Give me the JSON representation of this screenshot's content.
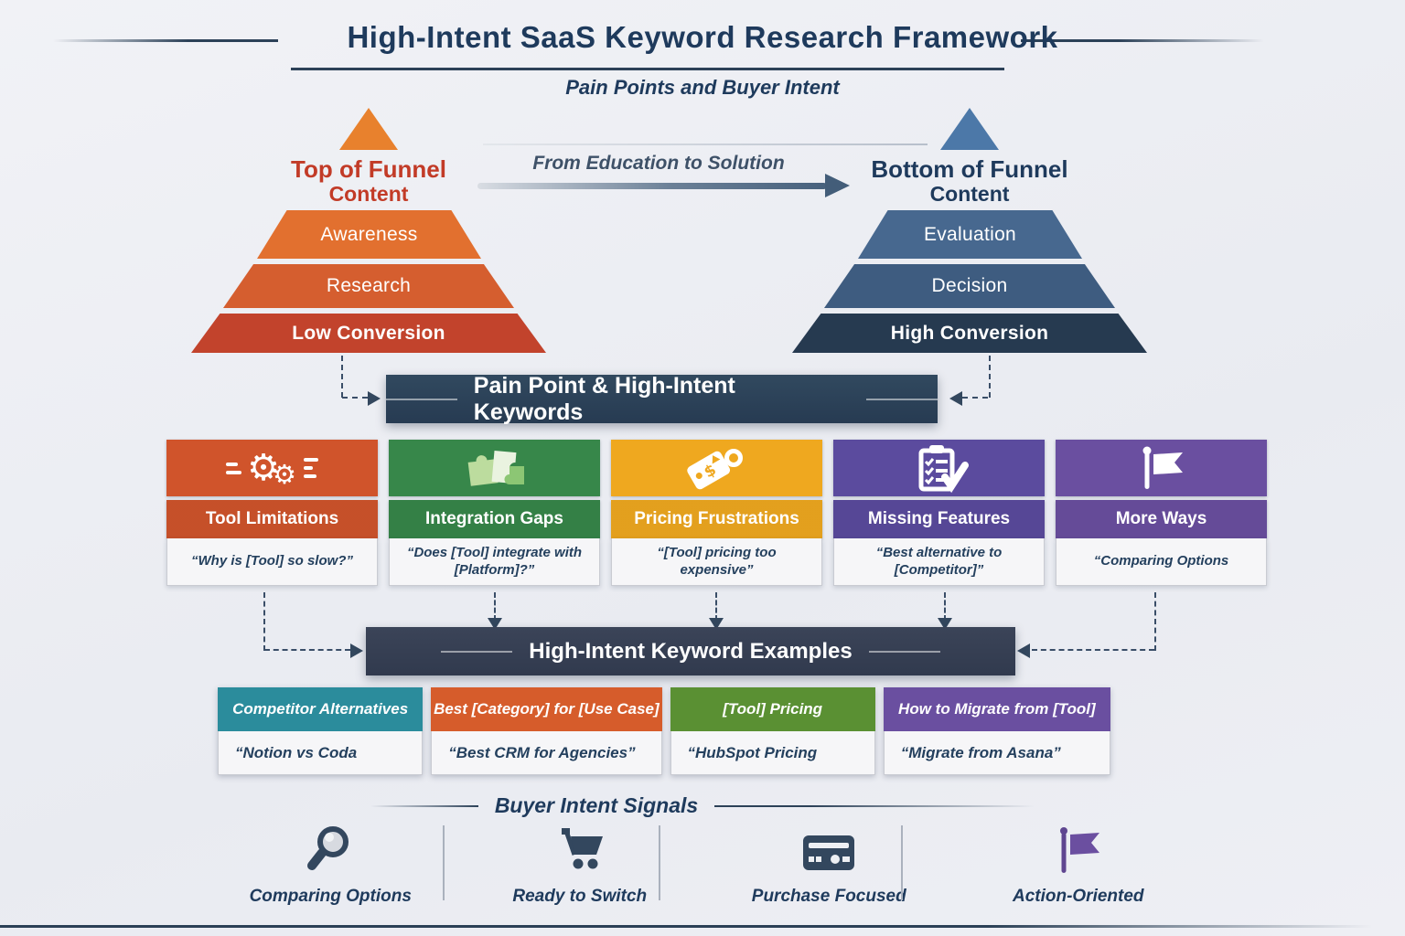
{
  "header": {
    "title": "High-Intent SaaS Keyword Research Framework",
    "subtitle": "Pain Points and Buyer Intent"
  },
  "funnels": {
    "arrow_label": "From Education to Solution",
    "left": {
      "label_line1": "Top of Funnel",
      "label_line2": "Content",
      "label_color": "#C23B27",
      "apex_color": "#E8812D",
      "levels": [
        {
          "label": "Awareness",
          "color": "#E2702F"
        },
        {
          "label": "Research",
          "color": "#D55E2F"
        },
        {
          "label": "Low Conversion",
          "color": "#C2432C"
        }
      ]
    },
    "right": {
      "label_line1": "Bottom of Funnel",
      "label_line2": "Content",
      "label_color": "#1E3A5C",
      "apex_color": "#4C78A8",
      "levels": [
        {
          "label": "Evaluation",
          "color": "#47688F"
        },
        {
          "label": "Decision",
          "color": "#3E5C80"
        },
        {
          "label": "High Conversion",
          "color": "#263A50"
        }
      ]
    }
  },
  "banners": {
    "pain": "Pain Point & High-Intent Keywords",
    "examples": "High-Intent Keyword Examples"
  },
  "pain_cards": [
    {
      "title": "Tool Limitations",
      "quote": "“Why is [Tool] so slow?”",
      "color": "#D0542B",
      "icon": "gears-icon"
    },
    {
      "title": "Integration Gaps",
      "quote": "“Does [Tool] integrate with [Platform]?”",
      "color": "#37874A",
      "icon": "puzzle-icon"
    },
    {
      "title": "Pricing Frustrations",
      "quote": "“[Tool] pricing too expensive”",
      "color": "#EFA81F",
      "icon": "price-tag-icon"
    },
    {
      "title": "Missing Features",
      "quote": "“Best alternative to [Competitor]”",
      "color": "#5B4B9E",
      "icon": "checklist-icon"
    },
    {
      "title": "More Ways",
      "quote": "“Comparing Options",
      "color": "#6A4FA0",
      "icon": "flag-icon"
    }
  ],
  "example_cards": [
    {
      "title": "Competitor Alternatives",
      "quote": "“Notion vs Coda",
      "color": "#2B8C9C"
    },
    {
      "title": "Best [Category] for [Use Case]",
      "quote": "“Best CRM for Agencies”",
      "color": "#D65C2B"
    },
    {
      "title": "[Tool] Pricing",
      "quote": "“HubSpot Pricing",
      "color": "#5A9033"
    },
    {
      "title": "How to Migrate from [Tool]",
      "quote": "“Migrate from Asana”",
      "color": "#6A4FA0"
    }
  ],
  "signals": {
    "heading": "Buyer Intent Signals",
    "items": [
      {
        "label": "Comparing Options",
        "icon": "magnifier-icon"
      },
      {
        "label": "Ready to Switch",
        "icon": "cart-icon"
      },
      {
        "label": "Purchase Focused",
        "icon": "credit-card-icon"
      },
      {
        "label": "Action-Oriented",
        "icon": "flag-icon"
      }
    ]
  },
  "colors": {
    "heading_navy": "#1E3A5C",
    "banner_navy": "#2C4158",
    "connector": "#3A4E68",
    "quote_text": "#24405E",
    "signal_icon": "#33475E",
    "signal_flag_purple": "#6B4FA0",
    "background": "#EDEEF3"
  }
}
